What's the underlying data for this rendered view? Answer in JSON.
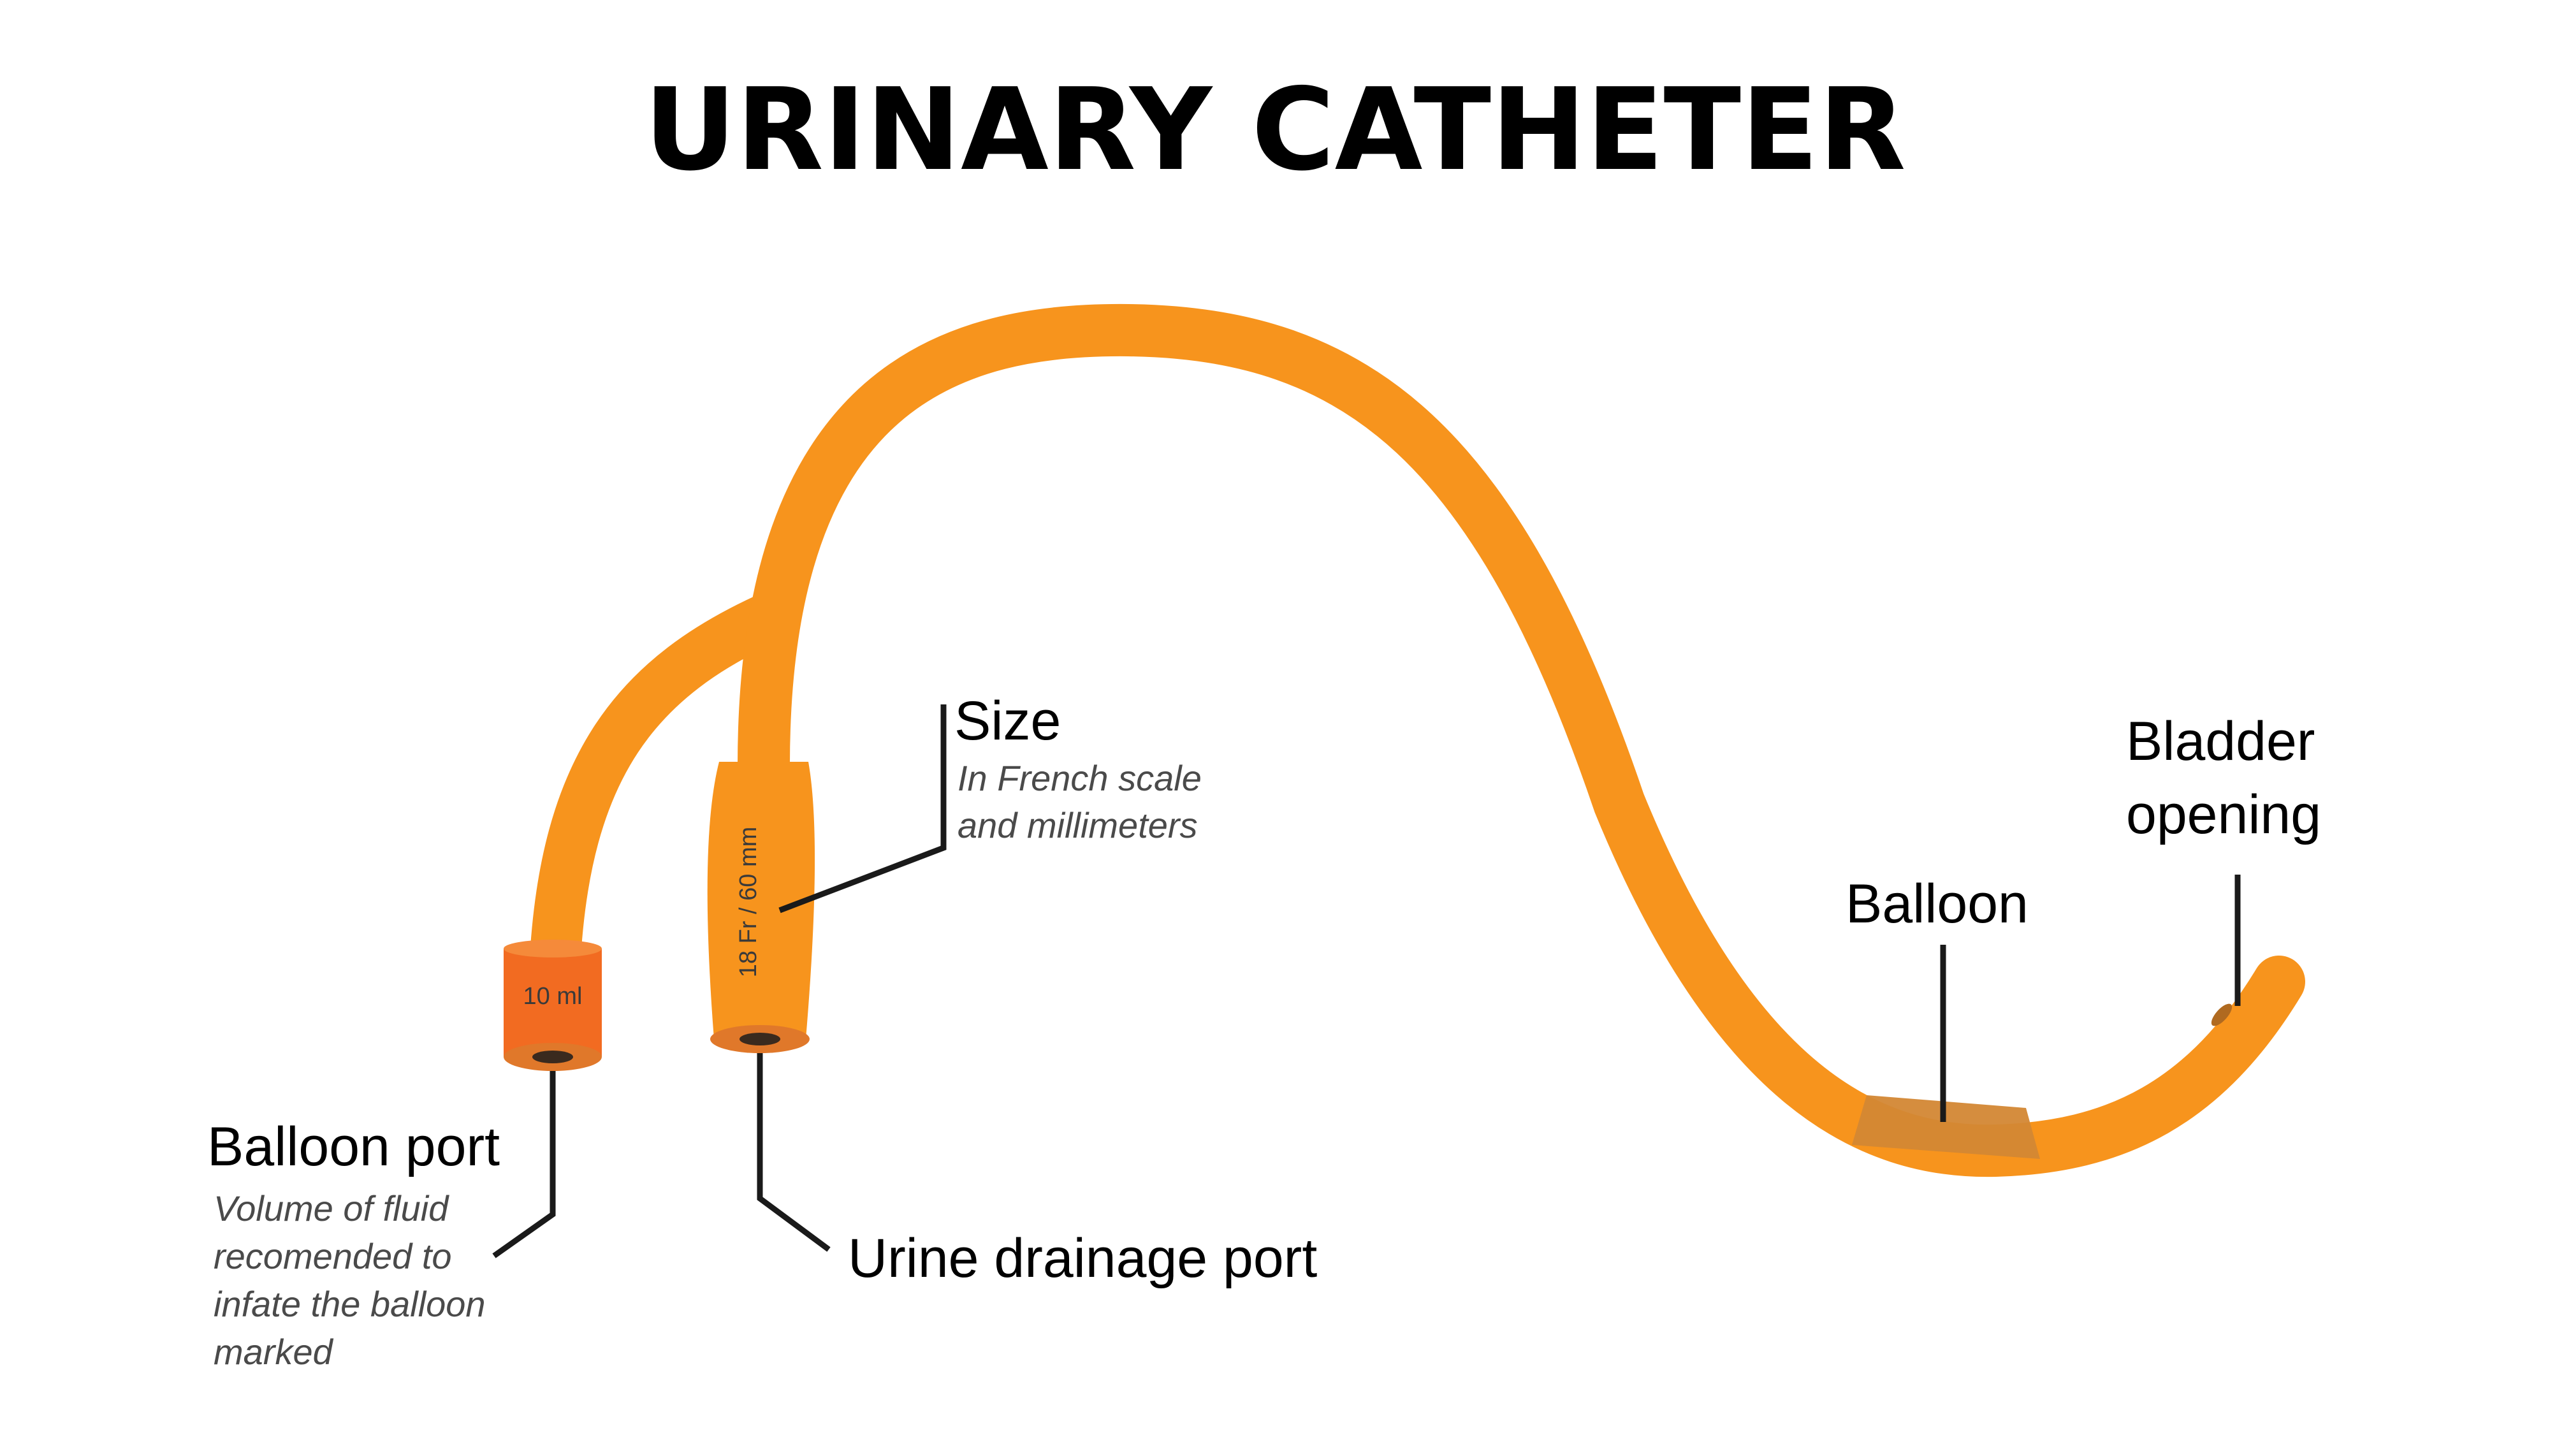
{
  "title": "URINARY CATHETER",
  "labels": {
    "size": {
      "name": "Size",
      "detail": [
        "In French scale",
        "and millimeters"
      ]
    },
    "bladder_opening": {
      "name": [
        "Bladder",
        "opening"
      ]
    },
    "balloon": {
      "name": "Balloon"
    },
    "balloon_port": {
      "name": "Balloon port",
      "detail": [
        "Volume of fluid",
        "recomended to",
        "infate the balloon",
        "marked"
      ]
    },
    "urine_drainage_port": {
      "name": "Urine drainage port"
    }
  },
  "markings": {
    "balloon_port_volume": "10 ml",
    "drainage_size": "18 Fr / 60 mm"
  },
  "colors": {
    "tube": "#F7941D",
    "balloon_port_cap": "#F26B21",
    "balloon_port_top": "#F58A3A",
    "port_rim": "#E0782A",
    "port_hole": "#3a2a1e",
    "balloon_band": "#D38734",
    "text": "#000000",
    "detail_text": "#4a4a4a"
  }
}
